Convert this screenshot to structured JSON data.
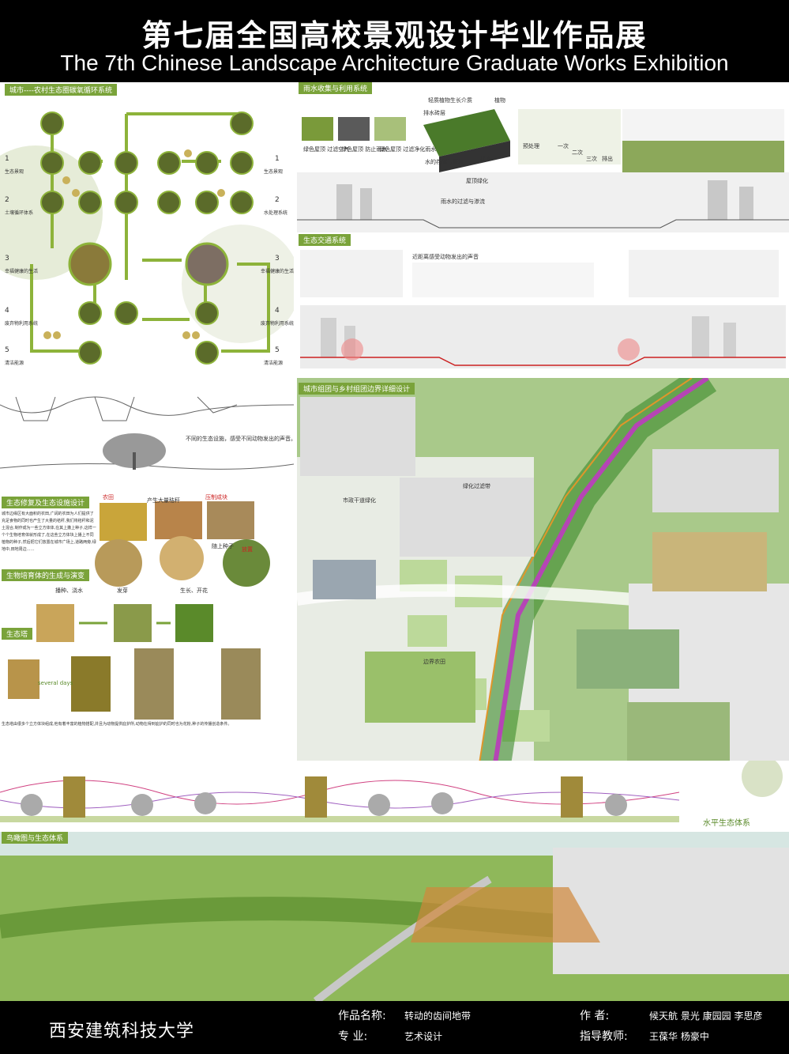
{
  "header": {
    "title_cn": "第七届全国高校景观设计毕业作品展",
    "title_en": "The 7th Chinese Landscape Architecture Graduate Works Exhibition"
  },
  "sections": {
    "cycle": "城市----农村生态圈碳氧循环系统",
    "rain": "雨水收集与利用系统",
    "traffic": "生态交通系统",
    "boundary": "城市组团与乡村组团边界详细设计",
    "repair": "生态修复及生态设施设计",
    "cube": "生物培育体的生成与演变",
    "tower": "生态塔",
    "aerial": "鸟瞰图与生态体系",
    "horizontal": "水平生态体系"
  },
  "cycle_side_left": [
    {
      "num": "1",
      "text": "生态景观"
    },
    {
      "num": "2",
      "text": "土壤循环体系"
    },
    {
      "num": "3",
      "text": "幸福健康的生活"
    },
    {
      "num": "4",
      "text": "废弃物利用系统"
    },
    {
      "num": "5",
      "text": "清洁能源"
    }
  ],
  "cycle_side_right": [
    {
      "num": "1",
      "text": "生态景观"
    },
    {
      "num": "2",
      "text": "水处理系统"
    },
    {
      "num": "3",
      "text": "幸福健康的生活"
    },
    {
      "num": "4",
      "text": "废弃物利用系统"
    },
    {
      "num": "5",
      "text": "清洁能源"
    }
  ],
  "rain_labels": {
    "a": "绿色屋顶 过滤空气",
    "b": "绿色屋顶 防止雨水",
    "c": "绿色屋顶 过滤净化雨水",
    "d": "轻质植物生长介质",
    "e": "排水砖层",
    "f": "植物",
    "g": "排水",
    "h": "水的存储与灌溉",
    "i": "预处理",
    "j": "一次",
    "k": "二次",
    "l": "三次",
    "m": "排出",
    "n": "屋顶绿化",
    "o": "雨水的过滤与渗流"
  },
  "traffic_note": "近距离感受动物发出的声音",
  "sound_note": "不同的生态设施，感受不同动物发出的声音。",
  "repair_labels": {
    "farm": "农田",
    "straw": "产生大量秸秆",
    "press": "压制成块",
    "seed": "随上种子",
    "place": "放置"
  },
  "repair_text": "城市边缘区有大面积的农田,广阔的农田为人们提供了充足食物的同时也产生了大量的秸秆,我们将秸秆和泥土混合,制作成为一些立方体体,在其上撒上种子,这样一个个生物培育体就形成了,在这些立方体块上播上不同植物的种子,然后把它们放置在城市广场上,道路两旁,绿地中,田地周边……",
  "cube_labels": {
    "a": "播种、浇水",
    "b": "发芽",
    "c": "生长、开花"
  },
  "tower_text": "生态塔由很多个立方体块组成,他有着丰富的植物搭配,并且为动物提供庇护所,动物在得到庇护的同时也为花粉,种子的传播创造条件。",
  "tower_days": "several days",
  "boundary_labels": {
    "green": "绿化过滤带",
    "edge": "边界农田",
    "street": "市政干道绿化"
  },
  "footer": {
    "school": "西安建筑科技大学",
    "work_label": "作品名称:",
    "work_name": "转动的齿间地带",
    "major_label": "专      业:",
    "major": "艺术设计",
    "author_label": "作      者:",
    "authors": "候天航  景光  康园园  李思彦",
    "advisor_label": "指导教师:",
    "advisors": "王葆华    杨豪中"
  },
  "colors": {
    "accent": "#7aa33a",
    "dark_node": "#5b6b2a",
    "header_bg": "#000000"
  }
}
